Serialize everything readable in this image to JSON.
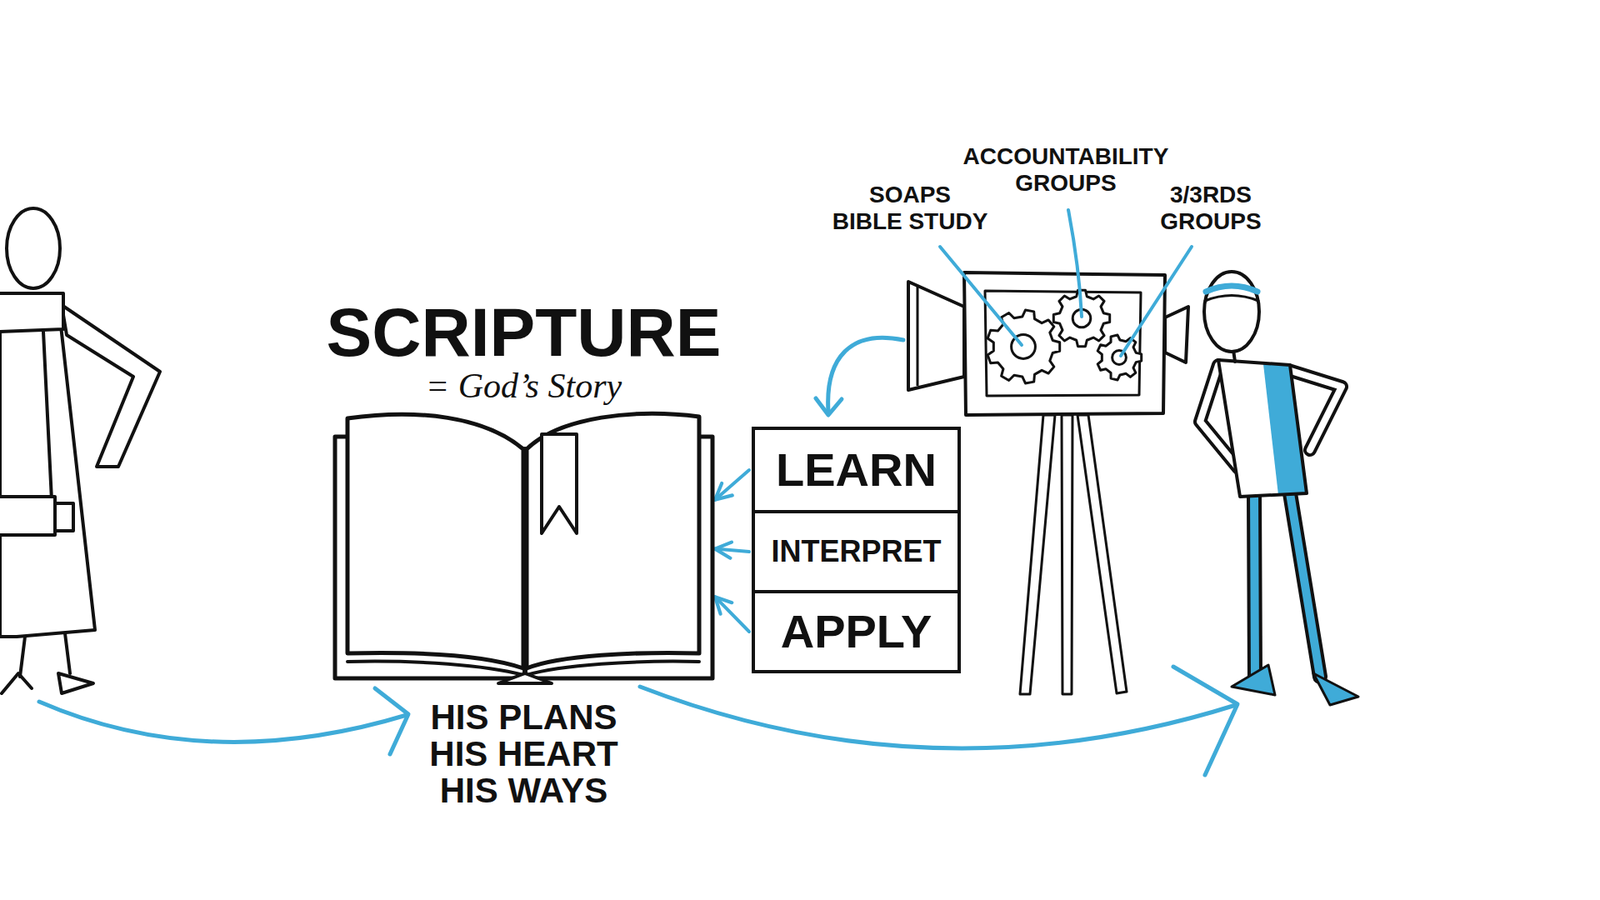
{
  "diagram": {
    "nodes": [
      {
        "text": [
          "SCRIPTURE",
          "= God’s Story",
          "HIS PLANS HIS HEART HIS WAYS"
        ]
      },
      {
        "text": [
          "LEARN"
        ]
      },
      {
        "text": [
          "INTERPRET"
        ]
      },
      {
        "text": [
          "APPLY"
        ]
      }
    ],
    "edges": [
      {
        "from": 1,
        "to": 0,
        "arrow": "to"
      },
      {
        "from": 2,
        "to": 0,
        "arrow": "to"
      },
      {
        "from": 3,
        "to": 0,
        "arrow": "to"
      }
    ],
    "labels": [
      "SOAPS BIBLE STUDY",
      "ACCOUNTABILITY GROUPS",
      "3/3RDS GROUPS"
    ]
  }
}
